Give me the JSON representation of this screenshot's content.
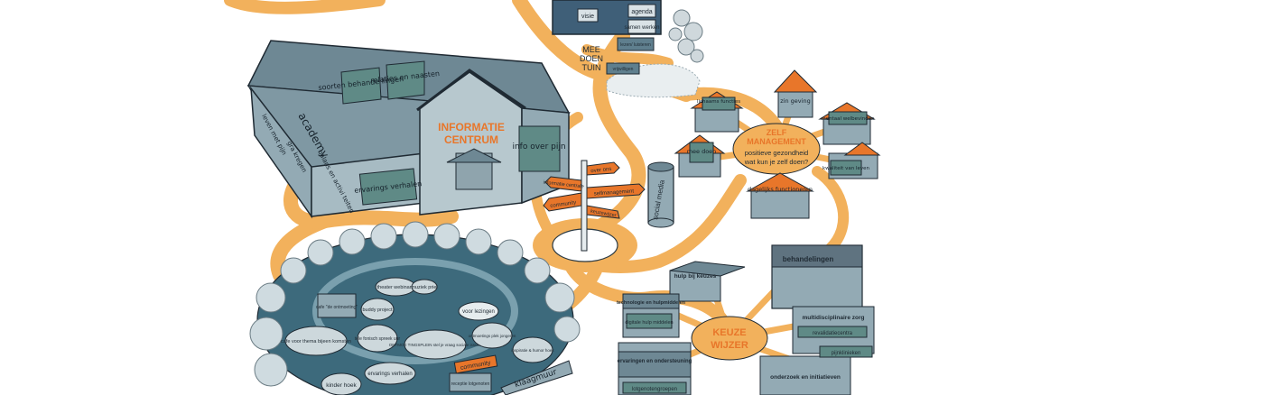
{
  "info_center": {
    "title_line1": "INFORMATIE",
    "title_line2": "CENTRUM",
    "left_wing": [
      "academy",
      "leven met pijn",
      "gra kregen",
      "balans en activi teiten",
      "ervarings verhalen"
    ],
    "back_wing": [
      "soorten behande lingen",
      "relaties en naasten"
    ],
    "right_panel": "info over pijn"
  },
  "top_building": {
    "labels": [
      "visie",
      "agenda",
      "samen werken"
    ]
  },
  "meedoen_tuin": {
    "label_line1": "MEE",
    "label_line2": "DOEN",
    "label_line3": "TUIN",
    "sub_labels": [
      "lezen/ luisteren",
      "vrijwilligen"
    ]
  },
  "signpost": {
    "arrows": [
      "informatie centrale",
      "over ons",
      "selfmanagement",
      "community",
      "keuzewijzer"
    ]
  },
  "social_tower": {
    "label": "social media"
  },
  "zelfmanagement": {
    "title_line1": "ZELF",
    "title_line2": "MANAGEMENT",
    "subtitle_line1": "positieve gezondheid",
    "subtitle_line2": "wat kun je zelf doen?",
    "houses": [
      "lichaams functies",
      "zin geving",
      "mentaal welbevinden",
      "kwaliteit van leven",
      "dagelijks functioneren",
      "mee doen"
    ]
  },
  "park": {
    "items": [
      "theater webinars",
      "muziek priel",
      "cafe \"de ontmoeting\"",
      "buddy project",
      "voor lezingen",
      "cafe voor thema bijeen komsten",
      "tele fonisch spreek uur",
      "ONTMOE TINGSPLEIN stel je vraag sociale issues",
      "ontmoetings plek jongeren",
      "inspiratie & humor hoek",
      "ervarings verhalen",
      "kinder hoek",
      "community",
      "receptie lotgenoten",
      "klaagmuur"
    ]
  },
  "keuzewijzer": {
    "title_line1": "KEUZE",
    "title_line2": "WIJZER",
    "buildings": [
      "behandelingen",
      "hulp bij keuzes",
      "technologie en hulpmiddelen",
      "digitale hulp middelen",
      "multidisciplinaire zorg",
      "revalidatiecentra",
      "ervaringen en ondersteuning",
      "lotgenotengroepen",
      "onderzoek en initiatieven",
      "pijnklinieken"
    ]
  },
  "colors": {
    "path": "#f2b15c",
    "building": "#93aab4",
    "roof": "#6e8894",
    "accent": "#e8762a",
    "park": "#3d6a7c"
  }
}
